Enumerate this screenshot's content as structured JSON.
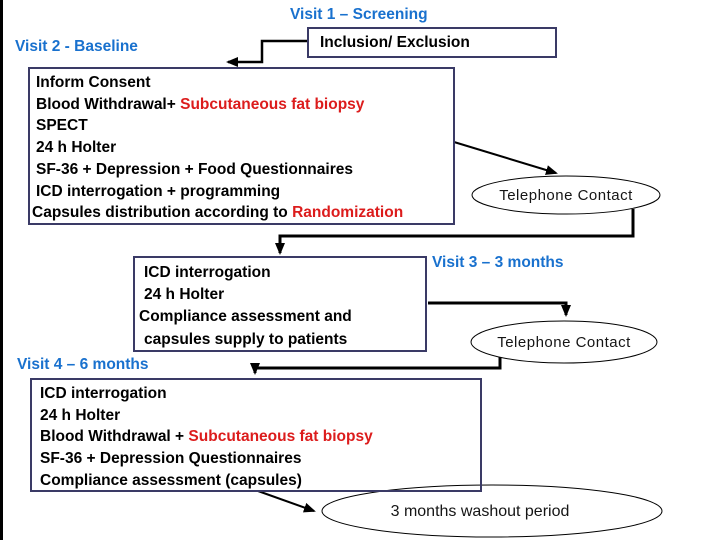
{
  "colors": {
    "heading_blue": "#1971CE",
    "accent_red": "#DC1C1C",
    "box_border": "#3A3A66",
    "connector_black": "#000000"
  },
  "headings": {
    "visit1": "Visit 1 –  Screening",
    "visit2": "Visit 2 - Baseline",
    "visit3": "Visit 3 – 3 months",
    "visit4": "Visit 4 – 6 months"
  },
  "screening_box": {
    "label": "Inclusion/ Exclusion"
  },
  "baseline_box": {
    "line1": "Inform Consent",
    "line2a": "Blood Withdrawal+ ",
    "line2b": "Subcutaneous fat biopsy",
    "line3": "SPECT",
    "line4": "24 h Holter",
    "line5": "SF-36 + Depression + Food Questionnaires",
    "line6": "ICD interrogation + programming",
    "line7a": "Capsules distribution according to ",
    "line7b": "Randomization"
  },
  "month3_box": {
    "line1": "ICD interrogation",
    "line2": "24 h Holter",
    "line3": "Compliance assessment and",
    "line4": "capsules supply to patients"
  },
  "month6_box": {
    "line1": "ICD interrogation",
    "line2": "24 h Holter",
    "line3a": "Blood Withdrawal + ",
    "line3b": "Subcutaneous fat biopsy",
    "line4": "SF-36 + Depression Questionnaires",
    "line5": "Compliance assessment (capsules)"
  },
  "ellipses": {
    "telephone1": "Telephone Contact",
    "telephone2": "Telephone Contact",
    "washout": "3 months washout period"
  }
}
